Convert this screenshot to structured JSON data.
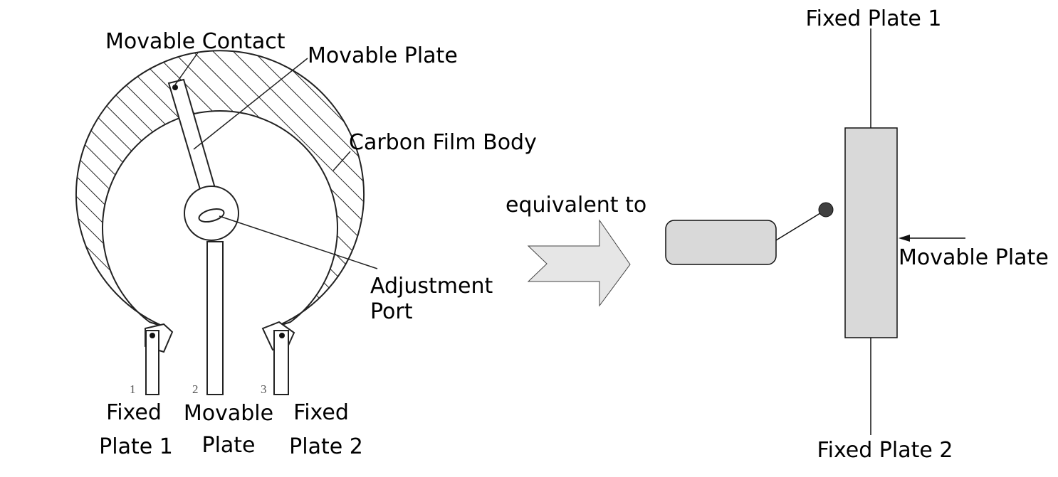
{
  "left_diagram": {
    "labels": {
      "movable_contact": "Movable Contact",
      "movable_plate": "Movable Plate",
      "carbon_film_body": "Carbon Film Body",
      "adjustment_port_line1": "Adjustment",
      "adjustment_port_line2": "Port"
    },
    "pins": [
      {
        "number": "1",
        "label_line1": "Fixed",
        "label_line2": "Plate 1"
      },
      {
        "number": "2",
        "label_line1": "Movable",
        "label_line2": "Plate"
      },
      {
        "number": "3",
        "label_line1": "Fixed",
        "label_line2": "Plate 2"
      }
    ]
  },
  "arrow": {
    "label": "equivalent to",
    "fill_color": "#e6e6e6"
  },
  "right_diagram": {
    "top_label": "Fixed Plate 1",
    "bottom_label": "Fixed Plate 2",
    "movable_label": "Movable Plate",
    "resistor_fill": "#d9d9d9",
    "contact_color": "#404040"
  }
}
